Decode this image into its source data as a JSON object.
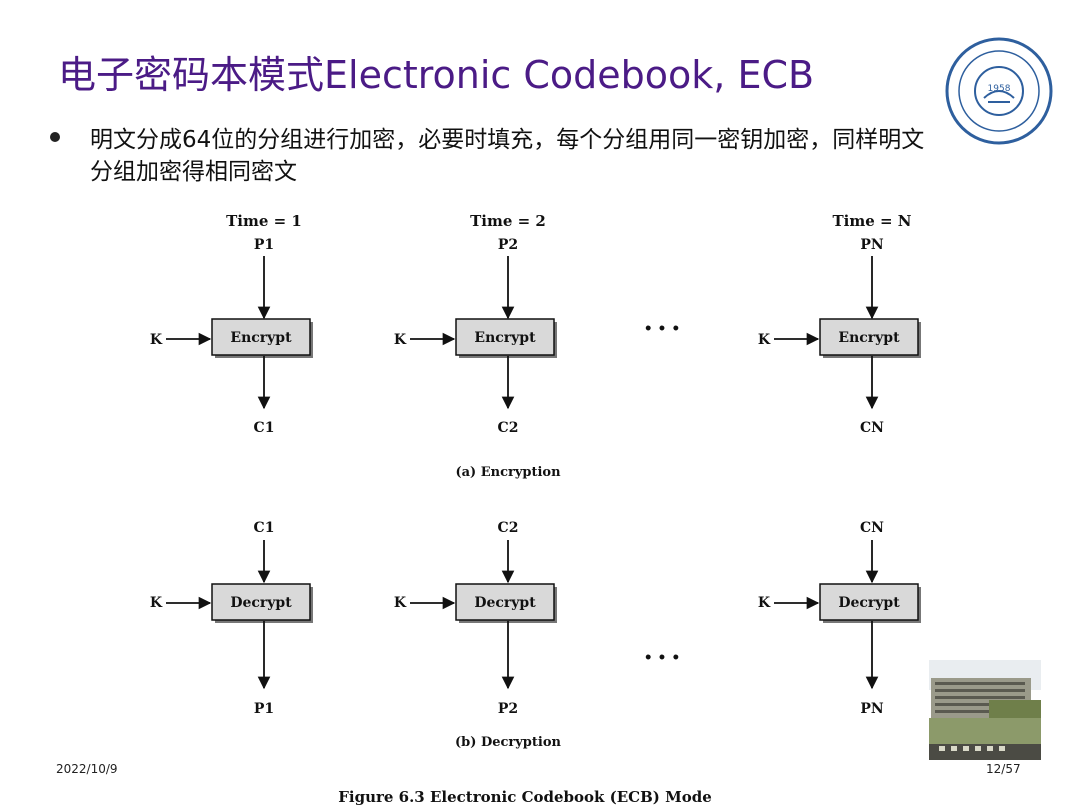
{
  "slide": {
    "title": "电子密码本模式Electronic Codebook, ECB",
    "bullet": "明文分成64位的分组进行加密，必要时填充，每个分组用同一密钥加密，同样明文分组加密得相同密文",
    "date": "2022/10/9",
    "page": "12/57",
    "seal_text": "1958"
  },
  "diagram": {
    "time_labels": [
      "Time = 1",
      "Time = 2",
      "Time = N"
    ],
    "key_label": "K",
    "ellipsis": "• • •",
    "encryption": {
      "inputs": [
        "P1",
        "P2",
        "PN"
      ],
      "box_label": "Encrypt",
      "outputs": [
        "C1",
        "C2",
        "CN"
      ],
      "caption": "(a) Encryption"
    },
    "decryption": {
      "inputs": [
        "C1",
        "C2",
        "CN"
      ],
      "box_label": "Decrypt",
      "outputs": [
        "P1",
        "P2",
        "PN"
      ],
      "caption": "(b) Decryption"
    },
    "figure_caption": "Figure 6.3  Electronic Codebook (ECB) Mode"
  },
  "colors": {
    "title": "#4b1b86",
    "box_fill": "#d9d9d9",
    "seal": "#2e5f9e"
  }
}
